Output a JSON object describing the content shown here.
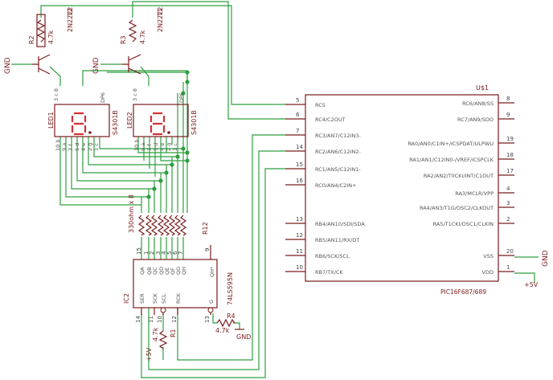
{
  "mcu": {
    "name": "U$1",
    "part": "PIC16F687/689",
    "left_pins": [
      {
        "num": "5",
        "label": "RC5"
      },
      {
        "num": "6",
        "label": "RC4/C2OUT"
      },
      {
        "num": "7",
        "label": "RC3/AN7/C12IN3-"
      },
      {
        "num": "14",
        "label": "RC2/AN6/C12IN2-"
      },
      {
        "num": "15",
        "label": "RC1/AN5/C12IN1-"
      },
      {
        "num": "16",
        "label": "RC0/AN4/C2IN+"
      },
      {
        "num": "13",
        "label": "RB4/AN10/SDI/SDA"
      },
      {
        "num": "12",
        "label": "RB5/AN11/RX/DT"
      },
      {
        "num": "11",
        "label": "RB6/SCK/SCL"
      },
      {
        "num": "10",
        "label": "RB7/TX/CK"
      }
    ],
    "right_pins": [
      {
        "num": "8",
        "label": "RC6/AN8/SS"
      },
      {
        "num": "9",
        "label": "RC7/AN9/SDO"
      },
      {
        "num": "19",
        "label": "RA0/AN0/C1IN+/ICSPDAT/ULPWU"
      },
      {
        "num": "18",
        "label": "RA1/AN1/C12IN0-/VREF/ICSPCLK"
      },
      {
        "num": "17",
        "label": "RA2/AN2/T0CKI/INT/C1OUT"
      },
      {
        "num": "4",
        "label": "RA3/MCLR/VPP"
      },
      {
        "num": "3",
        "label": "RA4/AN3/T1G/OSC2/CLKOUT"
      },
      {
        "num": "2",
        "label": "RA5/T1CKI/OSC1/CLKIN"
      },
      {
        "num": "20",
        "label": "VSS"
      },
      {
        "num": "1",
        "label": "VDD"
      }
    ]
  },
  "shift": {
    "name": "IC2",
    "part": "74LS595N",
    "outputs": [
      "QA",
      "QB",
      "QC",
      "QD",
      "QE",
      "QF",
      "QG",
      "QH"
    ],
    "output_pins": [
      "15",
      "1",
      "2",
      "3",
      "4",
      "5",
      "6",
      "7"
    ],
    "qh_prime": "QH*",
    "qh_prime_pin": "9",
    "inputs": [
      {
        "label": "SER",
        "pin": "14"
      },
      {
        "label": "SCK",
        "pin": "11"
      },
      {
        "label": "SCL",
        "pin": "10"
      },
      {
        "label": "RCK",
        "pin": "12"
      },
      {
        "label": "G",
        "pin": "13"
      }
    ]
  },
  "leds": [
    {
      "name": "LED1",
      "part": "S4301B",
      "top": [
        "3",
        "c",
        "8"
      ],
      "dp": "DP6",
      "bottom": [
        "10",
        "b",
        "9",
        "a",
        "7",
        "f",
        "5",
        "d",
        "4",
        "e",
        "2",
        "g",
        "1",
        "c"
      ]
    },
    {
      "name": "LED2",
      "part": "S4301B",
      "top": [
        "3",
        "c",
        "8"
      ],
      "dp": "DP6",
      "bottom": [
        "10",
        "b",
        "9",
        "a",
        "7",
        "f",
        "5",
        "d",
        "4",
        "e",
        "2",
        "g",
        "1",
        "c"
      ]
    }
  ],
  "resistors": {
    "r1": {
      "name": "R1",
      "value": "4.7k"
    },
    "r2": {
      "name": "R2",
      "value": "4.7k"
    },
    "r3": {
      "name": "R3",
      "value": "4.7k"
    },
    "r4": {
      "name": "R4",
      "value": "4.7k"
    },
    "r12": {
      "name": "R12",
      "value": "330ohm x 8"
    }
  },
  "transistors": [
    {
      "name": "T2",
      "part": "2N2222"
    },
    {
      "name": "T1",
      "part": "2N2222"
    }
  ],
  "power": {
    "gnd": "GND",
    "vcc": "+5V"
  },
  "colors": {
    "wire": "#2e9f3f",
    "part": "#7a1c1c",
    "segment": "#d23131",
    "background": "#ffffff"
  }
}
